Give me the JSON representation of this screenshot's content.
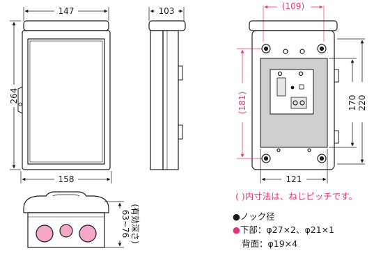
{
  "front_view": {
    "width_top": "147",
    "width_bottom": "158",
    "height": "264"
  },
  "side_view": {
    "depth": "103"
  },
  "inner_view": {
    "pitch_width": "(109)",
    "pitch_height": "(181)",
    "height_inner": "170",
    "height_outer": "220",
    "width_inner": "121"
  },
  "bottom_view": {
    "depth_label": "63~76",
    "depth_note": "(有効深さ)"
  },
  "notes": {
    "pitch_note": "( )内寸法は、ねじピッチです。",
    "knockout_title": "●ノック径",
    "knockout_bullet": "●",
    "knockout_bottom": "下部：φ27×2、φ21×1",
    "knockout_back": "背面：φ19×4"
  },
  "colors": {
    "accent": "#e8337a",
    "knockout_fill": "#f3a6c8",
    "panel_fill": "#cfcfcf"
  }
}
